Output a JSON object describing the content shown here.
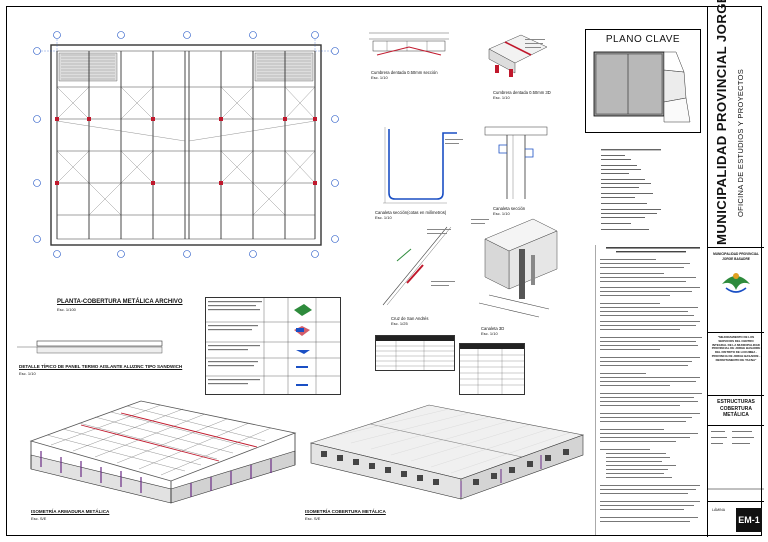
{
  "title_block": {
    "municipality": "MUNICIPALIDAD PROVINCIAL JORGE BASADRE",
    "office": "OFICINA DE ESTUDIOS Y PROYECTOS",
    "logo_line1": "MUNICIPALIDAD PROVINCIAL",
    "logo_line2": "JORGE BASADRE",
    "project": "\"MEJORAMIENTO DE LOS SERVICIOS DEL CENTRO INTEGRAL DE LA MUNICIPALIDAD PROVINCIAL DE JORGE BASADRE DEL DISTRITO DE LOCUMBA - PROVINCIA DE JORGE BASADRE - DEPARTAMENTO DE TACNA\"",
    "specialty": "ESTRUCTURAS COBERTURA METÁLICA",
    "sheet_code": "EM-1",
    "lamina_label": "LÁMINA"
  },
  "plano_clave": {
    "title": "PLANO CLAVE"
  },
  "drawings": {
    "plan_title": "PLANTA-COBERTURA METÁLICA ARCHIVO",
    "plan_scale": "Esc. 1/100",
    "panel_title": "DETALLE TÍPICO DE PANEL TERMO AISLANTE ALUZINC TIPO SANDWICH",
    "panel_scale": "Esc. 1/10",
    "canaleta_title": "Cumbrera dentada 0.50mm sección",
    "canaleta_scale": "Esc. 1/10",
    "cumbrera_title": "Cumbrera dentada 0.50mm 3D",
    "cumbrera_scale": "Esc. 1/10",
    "canal_sec_title": "Canaleta sección(cotas en milímetros)",
    "canal_sec_scale": "Esc. 1/10",
    "canal_b_title": "Canaleta sección",
    "canal_b_scale": "Esc. 1/10",
    "cruz_title": "Cruz de San Andrés",
    "cruz_scale": "Esc. 1/25",
    "canal3d_title": "Canaleta 3D",
    "canal3d_scale": "Esc. 1/10",
    "iso1_title": "ISOMETRÍA ARMADURA METÁLICA",
    "iso1_scale": "Esc. S/E",
    "iso2_title": "ISOMETRÍA COBERTURA METÁLICA",
    "iso2_scale": "Esc. S/E"
  },
  "colors": {
    "steel": "#3a3a3a",
    "accent_red": "#c0182c",
    "accent_blue": "#1a4fc4",
    "purple": "#6a2c86",
    "green": "#2e8b3c"
  }
}
